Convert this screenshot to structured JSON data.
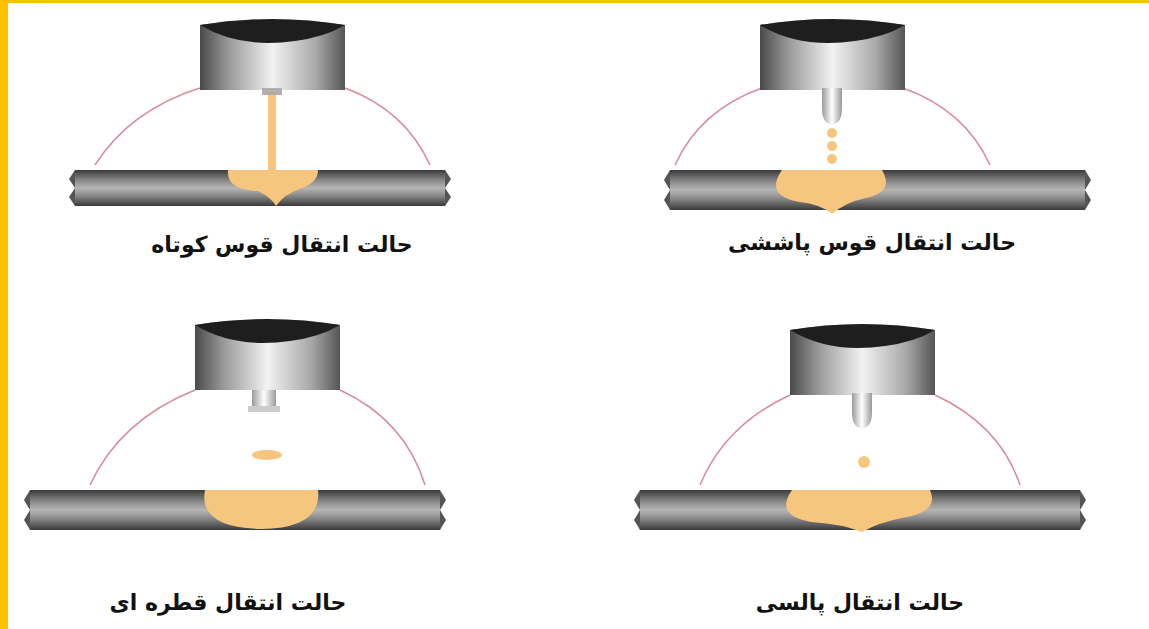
{
  "diagram": {
    "labels": [
      "حالت انتقال قوس پاششی",
      "حالت انتقال قوس کوتاه",
      "حالت انتقال پالسی",
      "حالت انتقال قطره ای"
    ]
  }
}
